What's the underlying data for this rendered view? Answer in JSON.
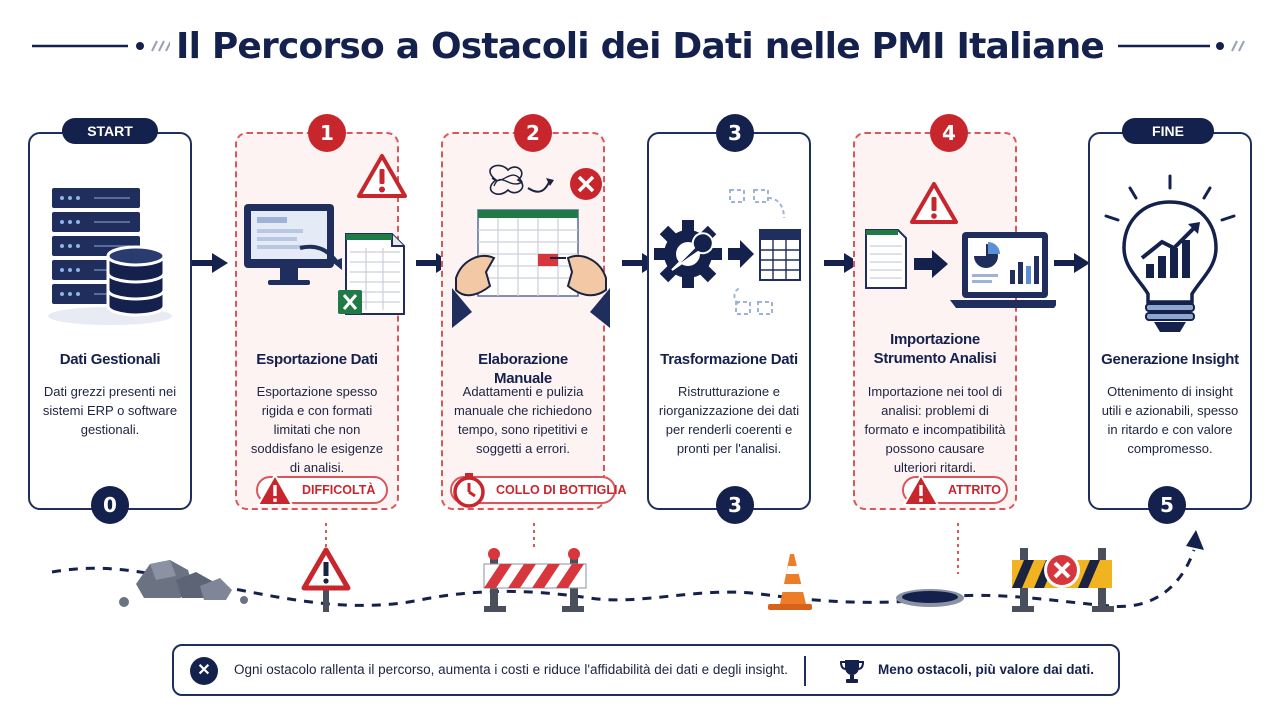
{
  "title": "Il Percorso a Ostacoli dei Dati nelle PMI Italiane",
  "colors": {
    "navy": "#15214d",
    "red": "#c8262d",
    "pink_bg": "#fdf3f3",
    "dashed_red": "#d9575b"
  },
  "steps": [
    {
      "badge": "START",
      "number": "0",
      "title": "Dati Gestionali",
      "description": "Dati grezzi presenti nei sistemi ERP o software gestionali.",
      "icon": "server-database-icon"
    },
    {
      "badge": "1",
      "title": "Esportazione Dati",
      "description": "Esportazione spesso rigida e con formati limitati che non soddisfano le esigenze di analisi.",
      "tag": "DIFFICOLTÀ",
      "icon": "export-to-excel-icon"
    },
    {
      "badge": "2",
      "title": "Elaborazione Manuale",
      "description": "Adattamenti e pulizia manuale che richiedono tempo, sono ripetitivi e soggetti a errori.",
      "tag": "COLLO DI BOTTIGLIA",
      "icon": "manual-spreadsheet-icon"
    },
    {
      "badge": "3",
      "number": "3",
      "title": "Trasformazione Dati",
      "description": "Ristrutturazione e riorganizzazione dei dati per renderli coerenti e pronti per l'analisi.",
      "icon": "gear-wrench-icon"
    },
    {
      "badge": "4",
      "title": "Importazione Strumento Analisi",
      "description": "Importazione nei tool di analisi: problemi di formato e incompatibilità possono causare ulteriori ritardi.",
      "tag": "ATTRITO",
      "icon": "laptop-dashboard-icon"
    },
    {
      "badge": "FINE",
      "number": "5",
      "title": "Generazione Insight",
      "description": "Ottenimento di insight utili e azionabili, spesso in ritardo e con valore compromesso.",
      "icon": "lightbulb-chart-icon"
    }
  ],
  "footer": {
    "message": "Ogni ostacolo rallenta il percorso, aumenta i costi e riduce l'affidabilità dei dati e degli insight.",
    "highlight": "Meno ostacoli, più valore dai dati."
  }
}
